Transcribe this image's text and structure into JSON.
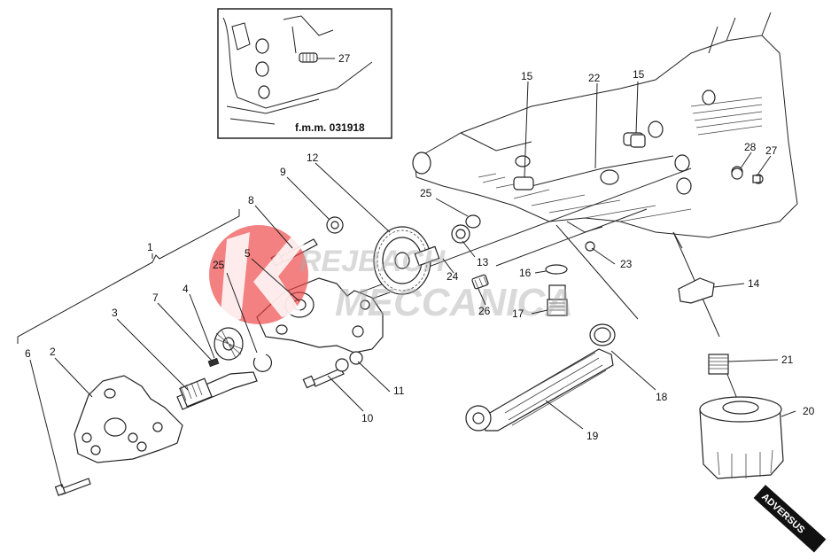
{
  "inset": {
    "caption": "f.m.m. 031918",
    "callout": "27"
  },
  "watermark": {
    "line1": "REJBACH",
    "line2": "MECCANICA"
  },
  "logo_text": "ADVERSUS",
  "callouts": {
    "c1": "1",
    "c2": "2",
    "c3": "3",
    "c4": "4",
    "c5": "5",
    "c6": "6",
    "c7": "7",
    "c8": "8",
    "c9": "9",
    "c10": "10",
    "c11": "11",
    "c12": "12",
    "c13": "13",
    "c14": "14",
    "c15a": "15",
    "c15b": "15",
    "c16": "16",
    "c17": "17",
    "c18": "18",
    "c19": "19",
    "c20": "20",
    "c21": "21",
    "c22": "22",
    "c23": "23",
    "c24": "24",
    "c25a": "25",
    "c25b": "25",
    "c26": "26",
    "c27": "27",
    "c28": "28"
  }
}
